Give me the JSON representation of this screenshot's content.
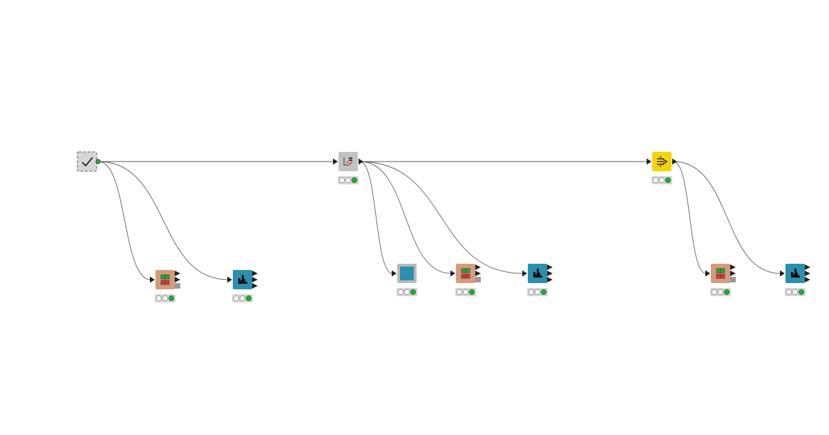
{
  "workflow": {
    "nodes": [
      {
        "id": "n1",
        "name": "dataset-node",
        "kind": "dataset",
        "status": [
          false,
          false,
          false
        ]
      },
      {
        "id": "n2",
        "name": "preprocessing-node",
        "kind": "gray",
        "status": [
          false,
          false,
          true
        ]
      },
      {
        "id": "n3",
        "name": "filter-node",
        "kind": "yellow",
        "status": [
          false,
          false,
          true
        ]
      },
      {
        "id": "n4",
        "name": "table-view-node-1",
        "kind": "table",
        "status": [
          false,
          false,
          true
        ]
      },
      {
        "id": "n5",
        "name": "chart-view-node-1",
        "kind": "chart",
        "status": [
          false,
          false,
          true
        ]
      },
      {
        "id": "n6",
        "name": "blank-view-node",
        "kind": "blankview",
        "status": [
          false,
          false,
          true
        ]
      },
      {
        "id": "n7",
        "name": "table-view-node-2",
        "kind": "table",
        "status": [
          false,
          false,
          true
        ]
      },
      {
        "id": "n8",
        "name": "chart-view-node-2",
        "kind": "chart",
        "status": [
          false,
          false,
          true
        ]
      },
      {
        "id": "n9",
        "name": "table-view-node-3",
        "kind": "table",
        "status": [
          false,
          false,
          true
        ]
      },
      {
        "id": "n10",
        "name": "chart-view-node-3",
        "kind": "chart",
        "status": [
          false,
          false,
          true
        ]
      }
    ],
    "edges": [
      [
        "n1",
        "n2"
      ],
      [
        "n1",
        "n4"
      ],
      [
        "n1",
        "n5"
      ],
      [
        "n2",
        "n3"
      ],
      [
        "n2",
        "n6"
      ],
      [
        "n2",
        "n7"
      ],
      [
        "n2",
        "n8"
      ],
      [
        "n3",
        "n9"
      ],
      [
        "n3",
        "n10"
      ]
    ],
    "colors": {
      "edge": "#5a5a5a",
      "port": "#222222",
      "status_ok": "#27a83a",
      "status_empty": "#ffffff",
      "status_bg": "#d7d7d7",
      "dataset_bg": "#d6d6d6",
      "gray_bg": "#c2c2c3",
      "yellow_bg": "#f6d40a",
      "table_bg": "#d49c7c",
      "chart_bg": "#2b8fae",
      "blankview_bg": "#b9b9b9",
      "green": "#27a83a",
      "red": "#d9363e"
    }
  }
}
